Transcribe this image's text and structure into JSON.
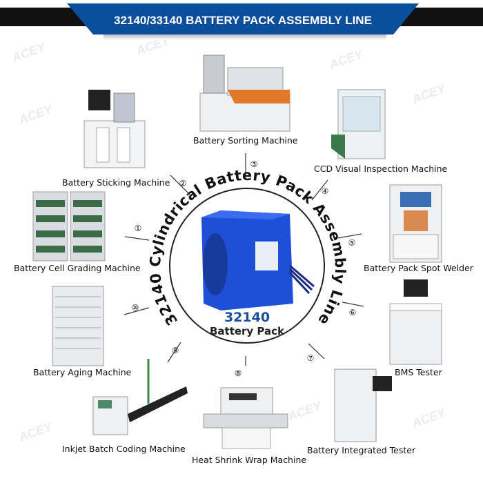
{
  "header": {
    "title": "32140/33140 BATTERY PACK ASSEMBLY LINE"
  },
  "center": {
    "ring_text": "32140 Cylindrical Battery Pack Assembly Line",
    "model": "32140",
    "product": "Battery Pack"
  },
  "watermark": "ACEY",
  "colors": {
    "banner": "#0b4f9c",
    "bar": "#111111",
    "pack": "#1f4fd6",
    "model_text": "#1a4f9e"
  },
  "stations": [
    {
      "number": "①",
      "label": "Battery Cell Grading Machine"
    },
    {
      "number": "②",
      "label": "Battery Sticking Machine"
    },
    {
      "number": "③",
      "label": "Battery Sorting Machine"
    },
    {
      "number": "④",
      "label": "CCD Visual Inspection Machine"
    },
    {
      "number": "⑤",
      "label": "Battery Pack Spot Welder"
    },
    {
      "number": "⑥",
      "label": "BMS Tester"
    },
    {
      "number": "⑦",
      "label": "Battery Integrated Tester"
    },
    {
      "number": "⑧",
      "label": "Heat Shrink Wrap Machine"
    },
    {
      "number": "⑨",
      "label": "Inkjet Batch Coding Machine"
    },
    {
      "number": "⑩",
      "label": "Battery Aging Machine"
    }
  ]
}
